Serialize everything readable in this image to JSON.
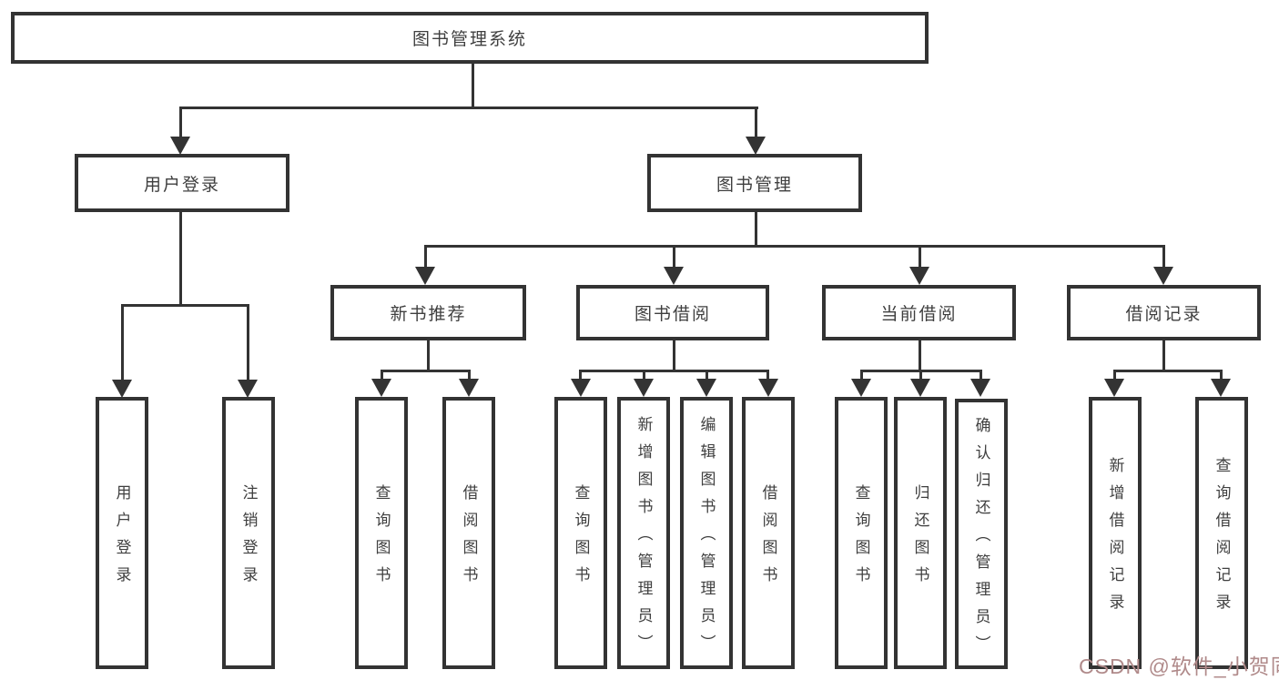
{
  "tree": {
    "root": "图书管理系统",
    "children": [
      {
        "label": "用户登录",
        "children": [
          "用户登录",
          "注销登录"
        ]
      },
      {
        "label": "图书管理",
        "children": [
          {
            "label": "新书推荐",
            "children": [
              "查询图书",
              "借阅图书"
            ]
          },
          {
            "label": "图书借阅",
            "children": [
              "查询图书",
              "新增图书（管理员）",
              "编辑图书（管理员）",
              "借阅图书"
            ]
          },
          {
            "label": "当前借阅",
            "children": [
              "查询图书",
              "归还图书",
              "确认归还（管理员）"
            ]
          },
          {
            "label": "借阅记录",
            "children": [
              "新增借阅记录",
              "查询借阅记录"
            ]
          }
        ]
      }
    ]
  },
  "watermark": {
    "text": "CSDN @软件_小贺同学",
    "color": "#b08a8a"
  },
  "colors": {
    "background": "#ffffff",
    "line": "#333333",
    "box_border": "#333333",
    "text": "#3f3f3f"
  }
}
